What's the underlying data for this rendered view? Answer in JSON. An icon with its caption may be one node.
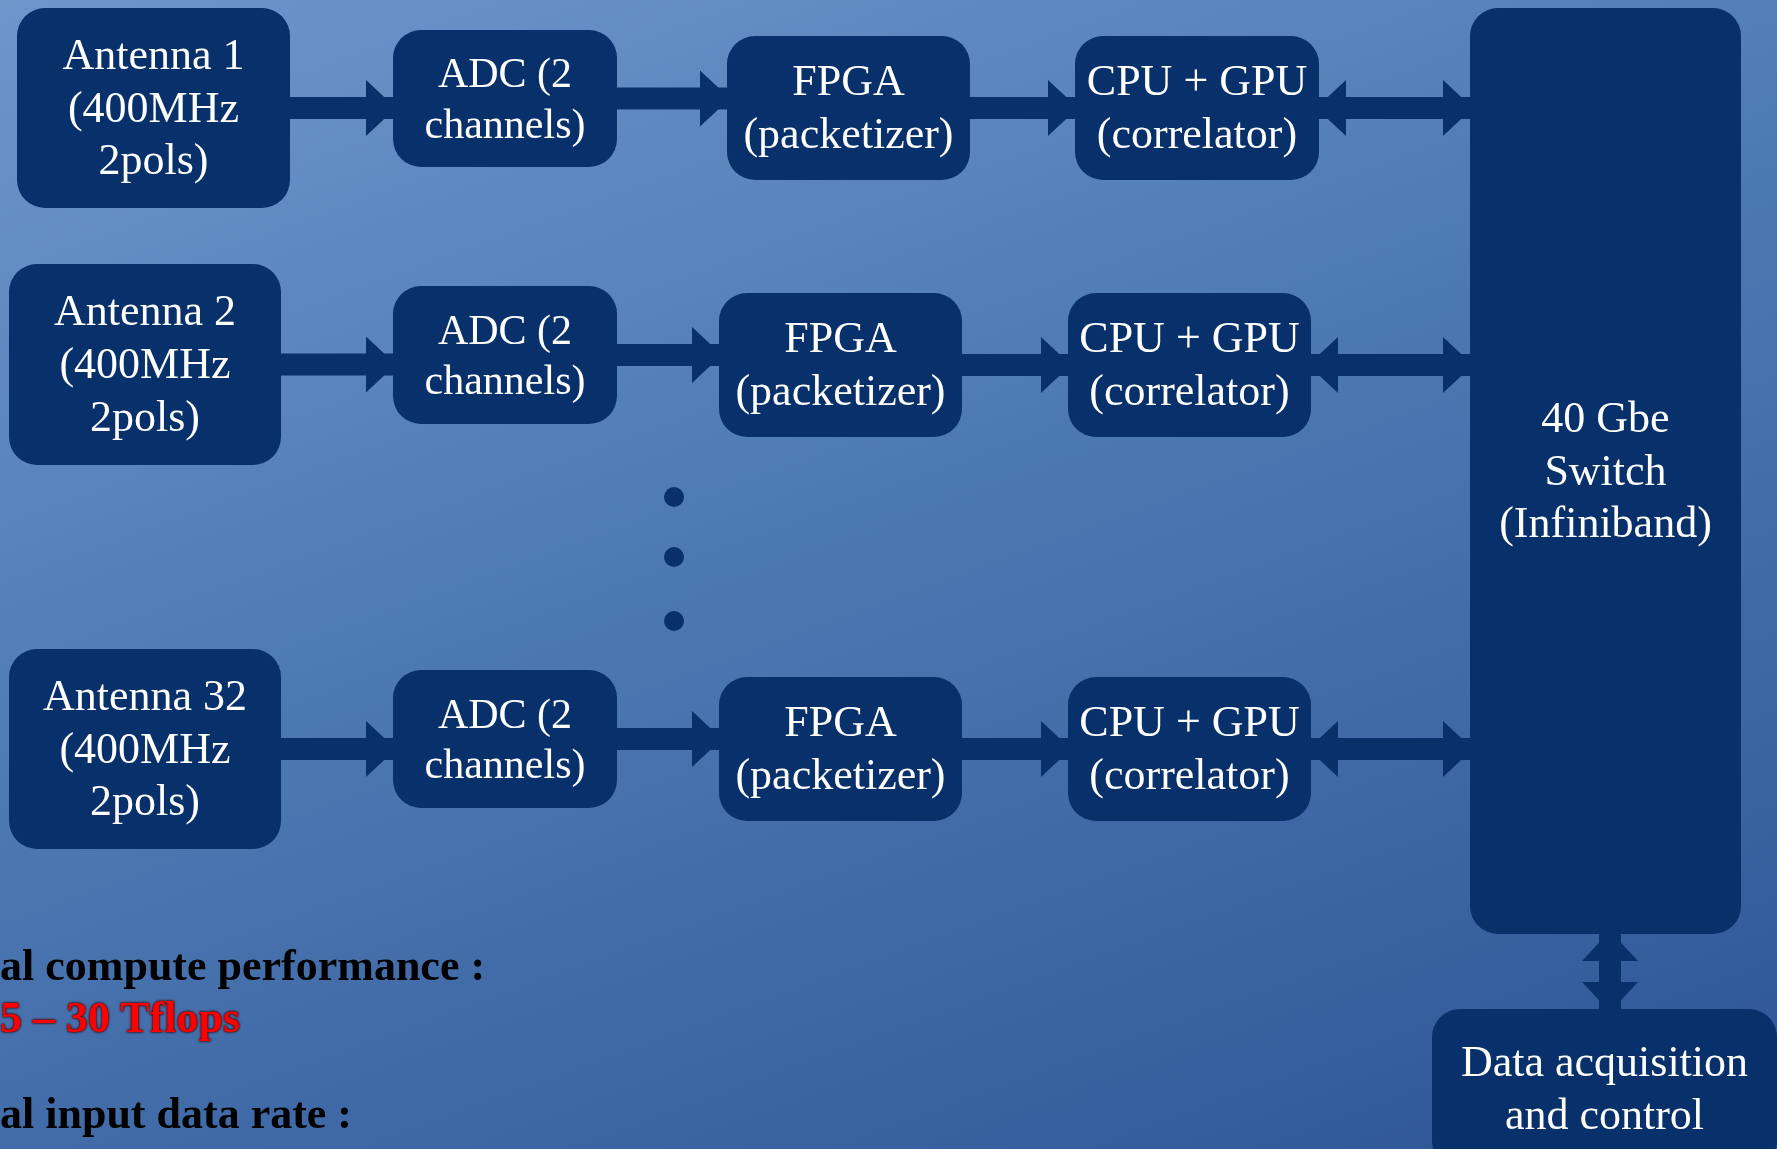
{
  "diagram": {
    "nodes": [
      {
        "text": [
          "Antenna 1 (400MHz 2pols)"
        ]
      },
      {
        "text": [
          "ADC (2 channels)"
        ]
      },
      {
        "text": [
          "FPGA (packetizer)"
        ]
      },
      {
        "text": [
          "CPU + GPU (correlator)"
        ]
      },
      {
        "text": [
          "40 Gbe Switch (Infiniband)"
        ]
      },
      {
        "text": [
          "Antenna 2 (400MHz 2pols)"
        ]
      },
      {
        "text": [
          "ADC (2 channels)"
        ]
      },
      {
        "text": [
          "FPGA (packetizer)"
        ]
      },
      {
        "text": [
          "CPU + GPU (correlator)"
        ]
      },
      {
        "text": [
          "Antenna 32 (400MHz 2pols)"
        ]
      },
      {
        "text": [
          "ADC (2 channels)"
        ]
      },
      {
        "text": [
          "FPGA (packetizer)"
        ]
      },
      {
        "text": [
          "CPU + GPU (correlator)"
        ]
      },
      {
        "text": [
          "Data acquisition and control"
        ]
      }
    ],
    "edges": [
      {
        "from": 0,
        "to": 1,
        "arrow": "to"
      },
      {
        "from": 1,
        "to": 2,
        "arrow": "to"
      },
      {
        "from": 2,
        "to": 3,
        "arrow": "to"
      },
      {
        "from": 3,
        "to": 4,
        "arrow": "both"
      },
      {
        "from": 5,
        "to": 6,
        "arrow": "to"
      },
      {
        "from": 6,
        "to": 7,
        "arrow": "to"
      },
      {
        "from": 7,
        "to": 8,
        "arrow": "to"
      },
      {
        "from": 8,
        "to": 4,
        "arrow": "both"
      },
      {
        "from": 9,
        "to": 10,
        "arrow": "to"
      },
      {
        "from": 10,
        "to": 11,
        "arrow": "to"
      },
      {
        "from": 11,
        "to": 12,
        "arrow": "to"
      },
      {
        "from": 12,
        "to": 4,
        "arrow": "both"
      },
      {
        "from": 4,
        "to": 13,
        "arrow": "both"
      }
    ],
    "labels": [
      "al compute performance :",
      "5 – 30 Tflops",
      "al input data rate :"
    ]
  }
}
